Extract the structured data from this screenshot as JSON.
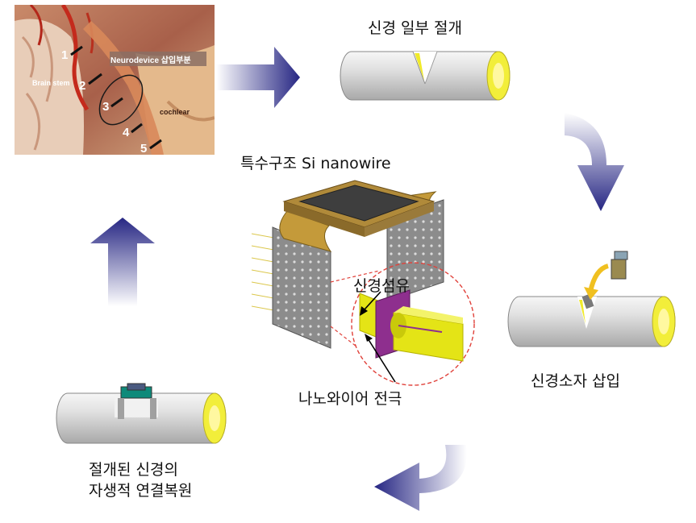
{
  "photo": {
    "overlay_title": "Neurodevice 삽입부분",
    "brain_stem": "Brain stem",
    "cochlear": "cochlear",
    "markers": [
      "1",
      "2",
      "3",
      "4",
      "5"
    ]
  },
  "labels": {
    "nerve_cut": "신경 일부 절개",
    "nanowire": "특수구조 Si nanowire",
    "nerve_fiber": "신경섬유",
    "electrode": "나노와이어 전극",
    "device_insert": "신경소자 삽입",
    "regen_line1": "절개된 신경의",
    "regen_line2": "자생적 연결복원"
  },
  "colors": {
    "arrow": "#2f2f8f",
    "nerve_end": "#f0ec3c",
    "cylinder": "#d6d6d6",
    "fiber": "#e4e416",
    "electrode_plate": "#8e2f8e",
    "zoom_circle": "#e0413a"
  }
}
